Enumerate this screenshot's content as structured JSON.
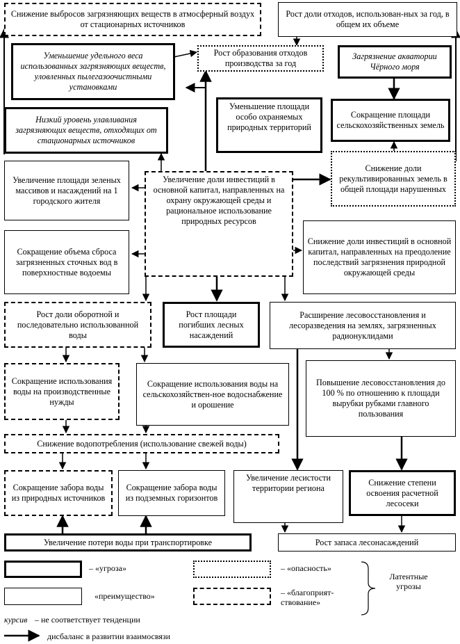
{
  "nodes": {
    "n1": "Снижение выбросов загрязняющих веществ в атмосферный воздух от стационарных источников",
    "n2": "Рост доли отходов, использован-ных за год, в общем их объеме",
    "n3": "Уменьшение удельного веса использованных загрязняющих веществ, уловленных пылегазоочистными установками",
    "n4": "Рост образования отходов производства за год",
    "n5": "Загрязнение акватории Чёрного моря",
    "n6": "Низкий уровень улавливания загрязняющих веществ, отходящих от стационарных источников",
    "n7": "Уменьшение площади особо охраняемых природных территорий",
    "n8": "Сокращение площади сельскохозяйственных земель",
    "n9": "Увеличение площади зеленых массивов и насаждений на 1 городского жителя",
    "n10": "Увеличение доли инвестиций в основной капитал, направленных на охрану окружающей среды и рациональное использование природных ресурсов",
    "n11": "Снижение доли рекультивированных земель в общей площади нарушенных",
    "n12": "Сокращение объема сброса загрязненных сточных вод в поверхностные водоемы",
    "n13": "Снижение доли инвестиций в основной капитал, направленных на преодоление последствий загрязнения природной окружающей среды",
    "n14": "Рост доли оборотной и последовательно использованной воды",
    "n15": "Рост площади погибших лесных насаждений",
    "n16": "Расширение лесовосстановления и лесоразведения на землях, загрязненных радионуклидами",
    "n17": "Сокращение использования воды на производственные нужды",
    "n18": "Сокращение использования воды на сельскохозяйствен-ное водоснабжение и орошение",
    "n19": "Повышение лесовосстановления до 100 % по отношению к площади вырубки рубками главного пользования",
    "n20": "Снижение водопотребления (использование свежей воды)",
    "n21": "Сокращение забора воды из природных источников",
    "n22": "Сокращение забора воды из подземных горизонтов",
    "n23": "Увеличение лесистости территории региона",
    "n24": "Снижение степени освоения расчетной лесосеки",
    "n25": "Увеличение потери воды при транспортировке",
    "n26": "Рост запаса лесонасаждений"
  },
  "legend": {
    "threat": "– «угроза»",
    "danger": "– «опасность»",
    "advantage": "«преимущество»",
    "favorable": "– «благоприят-ствование»",
    "latent": "Латентные угрозы",
    "italic_word": "курсив",
    "italic_desc": "– не соответствует тенденции",
    "arrow_desc": "дисбаланс в развитии взаимосвязи"
  }
}
